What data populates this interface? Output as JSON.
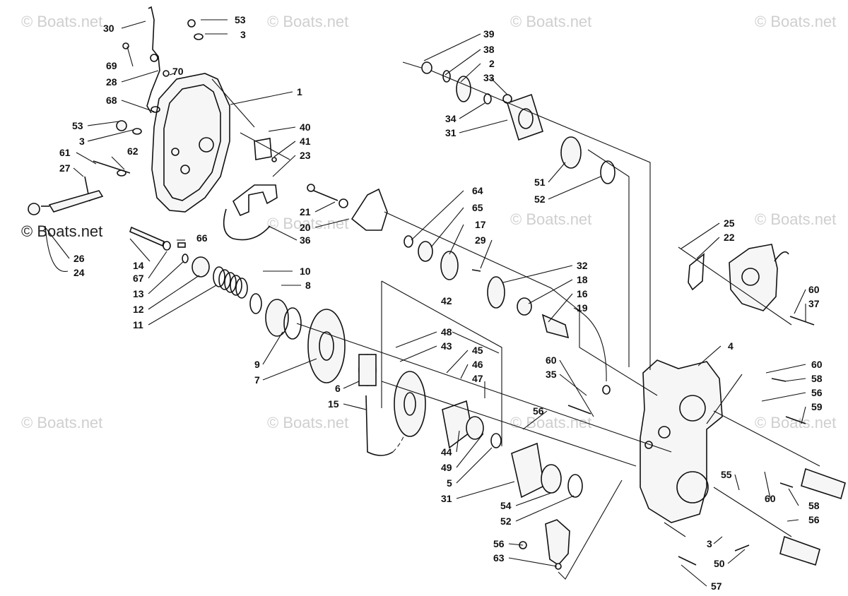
{
  "watermark": {
    "text": "© Boats.net"
  },
  "callouts": [
    {
      "id": "c53a",
      "label": "53"
    },
    {
      "id": "c3a",
      "label": "3"
    },
    {
      "id": "c30",
      "label": "30"
    },
    {
      "id": "c69",
      "label": "69"
    },
    {
      "id": "c28",
      "label": "28"
    },
    {
      "id": "c70",
      "label": "70"
    },
    {
      "id": "c68",
      "label": "68"
    },
    {
      "id": "c1",
      "label": "1"
    },
    {
      "id": "c53b",
      "label": "53"
    },
    {
      "id": "c3b",
      "label": "3"
    },
    {
      "id": "c40",
      "label": "40"
    },
    {
      "id": "c41",
      "label": "41"
    },
    {
      "id": "c23",
      "label": "23"
    },
    {
      "id": "c61",
      "label": "61"
    },
    {
      "id": "c62",
      "label": "62"
    },
    {
      "id": "c27",
      "label": "27"
    },
    {
      "id": "c26",
      "label": "26"
    },
    {
      "id": "c24",
      "label": "24"
    },
    {
      "id": "c36",
      "label": "36"
    },
    {
      "id": "c14",
      "label": "14"
    },
    {
      "id": "c66",
      "label": "66"
    },
    {
      "id": "c67",
      "label": "67"
    },
    {
      "id": "c13",
      "label": "13"
    },
    {
      "id": "c12",
      "label": "12"
    },
    {
      "id": "c11",
      "label": "11"
    },
    {
      "id": "c10",
      "label": "10"
    },
    {
      "id": "c8",
      "label": "8"
    },
    {
      "id": "c9",
      "label": "9"
    },
    {
      "id": "c7",
      "label": "7"
    },
    {
      "id": "c21",
      "label": "21"
    },
    {
      "id": "c20",
      "label": "20"
    },
    {
      "id": "c64",
      "label": "64"
    },
    {
      "id": "c65",
      "label": "65"
    },
    {
      "id": "c17",
      "label": "17"
    },
    {
      "id": "c29",
      "label": "29"
    },
    {
      "id": "c32",
      "label": "32"
    },
    {
      "id": "c18",
      "label": "18"
    },
    {
      "id": "c16",
      "label": "16"
    },
    {
      "id": "c19",
      "label": "19"
    },
    {
      "id": "c42",
      "label": "42"
    },
    {
      "id": "c48",
      "label": "48"
    },
    {
      "id": "c43",
      "label": "43"
    },
    {
      "id": "c45",
      "label": "45"
    },
    {
      "id": "c46",
      "label": "46"
    },
    {
      "id": "c47",
      "label": "47"
    },
    {
      "id": "c6",
      "label": "6"
    },
    {
      "id": "c15",
      "label": "15"
    },
    {
      "id": "c44",
      "label": "44"
    },
    {
      "id": "c49",
      "label": "49"
    },
    {
      "id": "c5",
      "label": "5"
    },
    {
      "id": "c31b",
      "label": "31"
    },
    {
      "id": "c54",
      "label": "54"
    },
    {
      "id": "c52b",
      "label": "52"
    },
    {
      "id": "c56a",
      "label": "56"
    },
    {
      "id": "c60a",
      "label": "60"
    },
    {
      "id": "c35",
      "label": "35"
    },
    {
      "id": "c39",
      "label": "39"
    },
    {
      "id": "c38",
      "label": "38"
    },
    {
      "id": "c2",
      "label": "2"
    },
    {
      "id": "c33",
      "label": "33"
    },
    {
      "id": "c34",
      "label": "34"
    },
    {
      "id": "c31a",
      "label": "31"
    },
    {
      "id": "c51",
      "label": "51"
    },
    {
      "id": "c52a",
      "label": "52"
    },
    {
      "id": "c25",
      "label": "25"
    },
    {
      "id": "c22",
      "label": "22"
    },
    {
      "id": "c60b",
      "label": "60"
    },
    {
      "id": "c37",
      "label": "37"
    },
    {
      "id": "c4",
      "label": "4"
    },
    {
      "id": "c60c",
      "label": "60"
    },
    {
      "id": "c58a",
      "label": "58"
    },
    {
      "id": "c56b",
      "label": "56"
    },
    {
      "id": "c59",
      "label": "59"
    },
    {
      "id": "c55",
      "label": "55"
    },
    {
      "id": "c60d",
      "label": "60"
    },
    {
      "id": "c58b",
      "label": "58"
    },
    {
      "id": "c56c",
      "label": "56"
    },
    {
      "id": "c56d",
      "label": "56"
    },
    {
      "id": "c63",
      "label": "63"
    },
    {
      "id": "c3c",
      "label": "3"
    },
    {
      "id": "c50",
      "label": "50"
    },
    {
      "id": "c57",
      "label": "57"
    }
  ]
}
